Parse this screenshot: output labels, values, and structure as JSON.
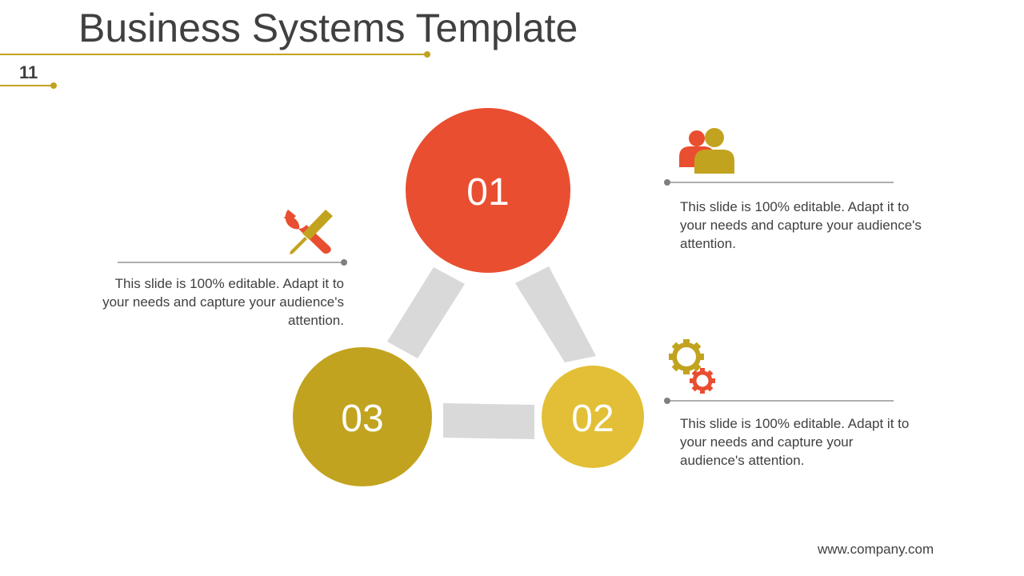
{
  "slide": {
    "title": "Business Systems Template",
    "page_number": "11",
    "footer": "www.company.com"
  },
  "steps": [
    {
      "label": "01",
      "color": "#e94e30",
      "description": "This slide is 100% editable. Adapt it to your needs and capture your audience's attention.",
      "icon": "users-icon"
    },
    {
      "label": "02",
      "color": "#e2bf36",
      "description": "This slide is 100% editable. Adapt it to your needs and capture your audience's attention.",
      "icon": "gears-icon"
    },
    {
      "label": "03",
      "color": "#c2a31f",
      "description": "This slide is 100% editable. Adapt it to your needs and capture your audience's attention.",
      "icon": "tools-icon"
    }
  ],
  "colors": {
    "accent_gold": "#c2a31f",
    "accent_red": "#e94e30",
    "connector_gray": "#d9d9d9",
    "text": "#404040"
  }
}
